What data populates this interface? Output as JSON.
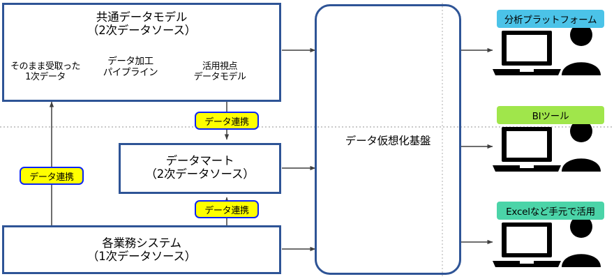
{
  "diagram": {
    "title_semantics": "data-virtualization-architecture",
    "colors": {
      "box_border": "#2E5496",
      "chip_fill": "#FFFF00",
      "chip_border": "#0B24F5",
      "analytics_badge": "#4BC3E8",
      "bi_badge": "#A0E64B",
      "excel_badge": "#4BD4A8",
      "connector": "#3F3F3F",
      "divider": "#AAAAAA",
      "icon": "#000000"
    },
    "common_data_model": {
      "title": "共通データモデル\n（2次データソース）",
      "source_cylinder": "そのまま受取った\n1次データ",
      "pipeline": "データ加工\nパイプライン",
      "target_cylinder": "活用視点\nデータモデル"
    },
    "data_mart": {
      "title": "データマート\n（2次データソース）"
    },
    "business_systems": {
      "title": "各業務システム\n（1次データソース）"
    },
    "virtualization_platform": {
      "title": "データ仮想化基盤"
    },
    "linkage_chips": [
      {
        "label": "データ連携",
        "id": "model-to-mart"
      },
      {
        "label": "データ連携",
        "id": "systems-to-model"
      },
      {
        "label": "データ連携",
        "id": "systems-to-mart"
      }
    ],
    "consumers": [
      {
        "label": "分析プラットフォーム",
        "color": "#4BC3E8",
        "id": "analytics-platform"
      },
      {
        "label": "BIツール",
        "color": "#A0E64B",
        "id": "bi-tool"
      },
      {
        "label": "Excelなど手元で活用",
        "color": "#4BD4A8",
        "id": "excel-desktop"
      }
    ]
  }
}
